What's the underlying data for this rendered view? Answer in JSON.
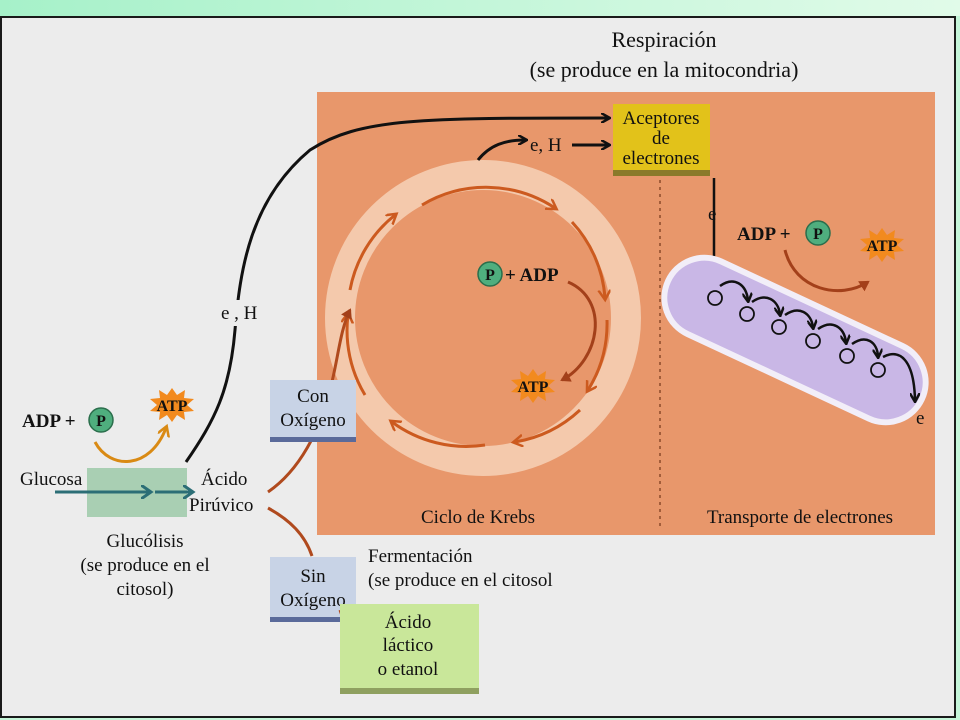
{
  "respiration": {
    "title": "Respiración",
    "subtitle": "(se produce en la mitocondria)"
  },
  "krebs": {
    "label": "Ciclo de Krebs",
    "p": "P",
    "adp": "+ ADP",
    "atp": "ATP"
  },
  "acceptors": {
    "line1": "Aceptores",
    "line2": "de",
    "line3": "electrones"
  },
  "eh_upper": "e, H",
  "eh_lower": "e , H",
  "transport": {
    "label": "Transporte de electrones",
    "e_in": "e",
    "e_out": "e",
    "adp": "ADP +",
    "p": "P",
    "atp": "ATP"
  },
  "glycolysis": {
    "adp": "ADP +",
    "p": "P",
    "atp": "ATP",
    "glucose": "Glucosa",
    "label_line1": "Glucólisis",
    "label_line2": "(se produce en el",
    "label_line3": "citosol)"
  },
  "pyruvic": {
    "line1": "Ácido",
    "line2": "Pirúvico"
  },
  "with_oxygen": {
    "line1": "Con",
    "line2": "Oxígeno"
  },
  "without_oxygen": {
    "line1": "Sin",
    "line2": "Oxígeno"
  },
  "fermentation": {
    "title": "Fermentación",
    "subtitle": "(se produce en el citosol"
  },
  "product": {
    "line1": "Ácido",
    "line2": "láctico",
    "line3": "o etanol"
  },
  "colors": {
    "mitochondria": "#e8976b",
    "krebs_ring": "#f4c9ac",
    "ring_arrow": "#cc5a1f",
    "acceptor_box": "#e2c21a",
    "transport_membrane": "#c9b7e6",
    "oxygen_box": "#c8d3e6",
    "product_box": "#c9e79a",
    "glycolysis_box": "#a9cfb3",
    "atp_burst": "#f28a1e",
    "phosphate": "#4fae7e",
    "electron_path": "#111111"
  }
}
